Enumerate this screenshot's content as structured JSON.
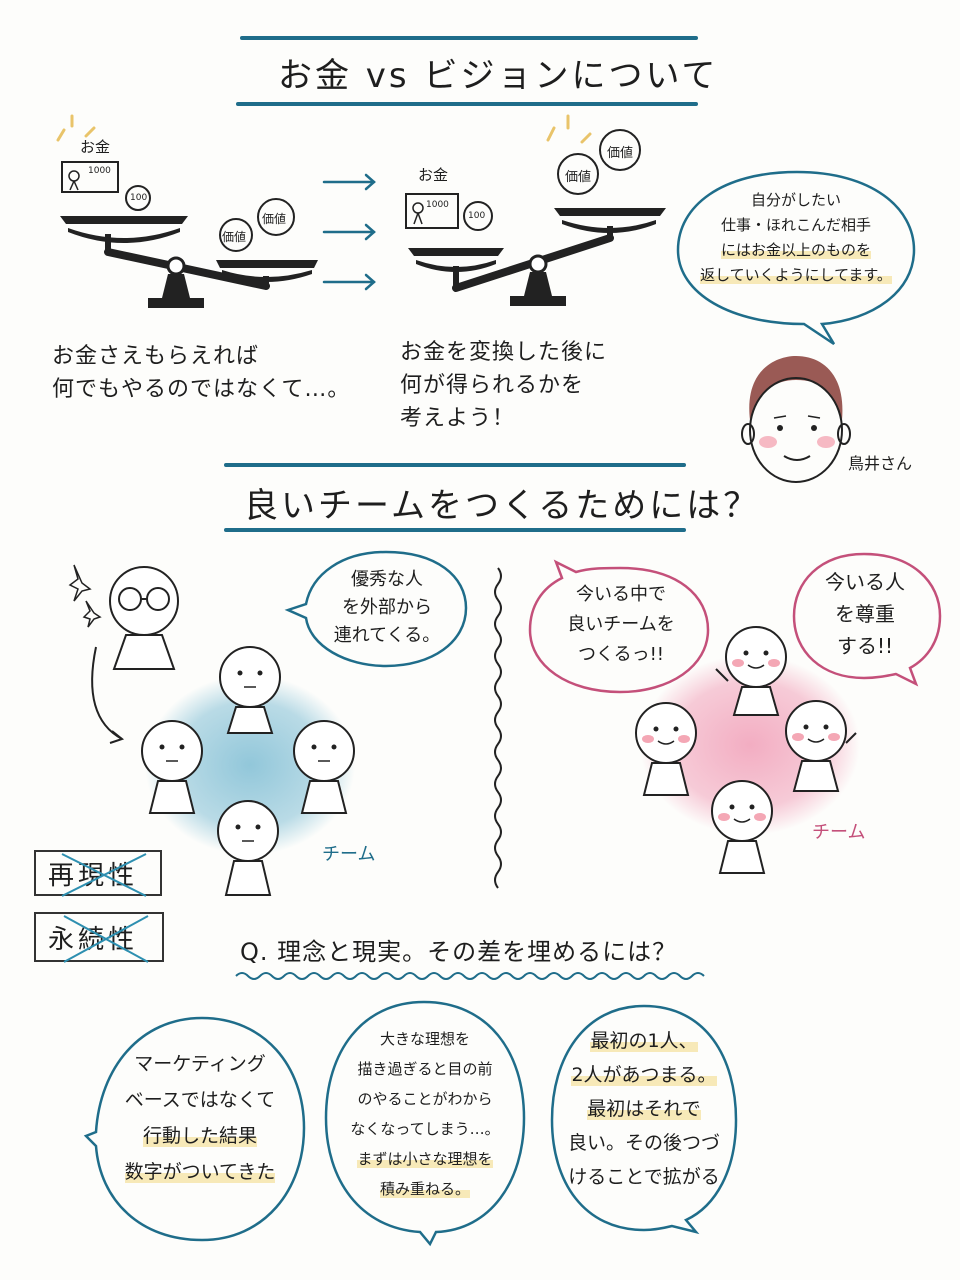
{
  "section1": {
    "title": "お金 vs ビジョンについて",
    "scale_left": {
      "money_label": "お金",
      "bill_value": "1000",
      "coin_value": "100",
      "value_left": "価値",
      "value_right": "価値"
    },
    "scale_right": {
      "money_label": "お金",
      "bill_value": "1000",
      "coin_value": "100",
      "value_left": "価値",
      "value_right": "価値"
    },
    "caption_left": [
      "お金さえもらえれば",
      "何でもやるのではなくて…。"
    ],
    "caption_right": [
      "お金を変換した後に",
      "何が得られるかを",
      "考えよう！"
    ],
    "speech": [
      "自分がしたい",
      "仕事・ほれこんだ相手",
      "にはお金以上のものを",
      "返していくようにしてます。"
    ],
    "person_name": "鳥井さん"
  },
  "section2": {
    "title": "良いチームをつくるためには？",
    "left_bubble": [
      "優秀な人",
      "を外部から",
      "連れてくる。"
    ],
    "left_team_label": "チーム",
    "struck_box_1": "再現性",
    "struck_box_2": "永続性",
    "right_bubble_1": [
      "今いる中で",
      "良いチームを",
      "つくるっ!!"
    ],
    "right_bubble_2": [
      "今いる人",
      "を尊重",
      "する!!"
    ],
    "right_team_label": "チーム"
  },
  "section3": {
    "question": "Q. 理念と現実。その差を埋めるには？",
    "bubble_1": [
      "マーケティング",
      "ベースではなくて",
      "行動した結果",
      "数字がついてきた"
    ],
    "bubble_2": [
      "大きな理想を",
      "描き過ぎると目の前",
      "のやることがわから",
      "なくなってしまう…。",
      "まずは小さな理想を",
      "積み重ねる。"
    ],
    "bubble_3": [
      "最初の1人、",
      "2人があつまる。",
      "最初はそれで",
      "良い。その後つづ",
      "けることで拡がる"
    ]
  },
  "colors": {
    "rule": "#1f6d8a",
    "teal_outline": "#1f6d8a",
    "pink_outline": "#c4507a",
    "blue_blob": "#8cc4d8",
    "pink_blob": "#f2a9bf",
    "highlight": "#f7e9b8",
    "cheek": "#f4a7b5",
    "hair": "#9a5a55",
    "cross": "#2d8fb0"
  }
}
